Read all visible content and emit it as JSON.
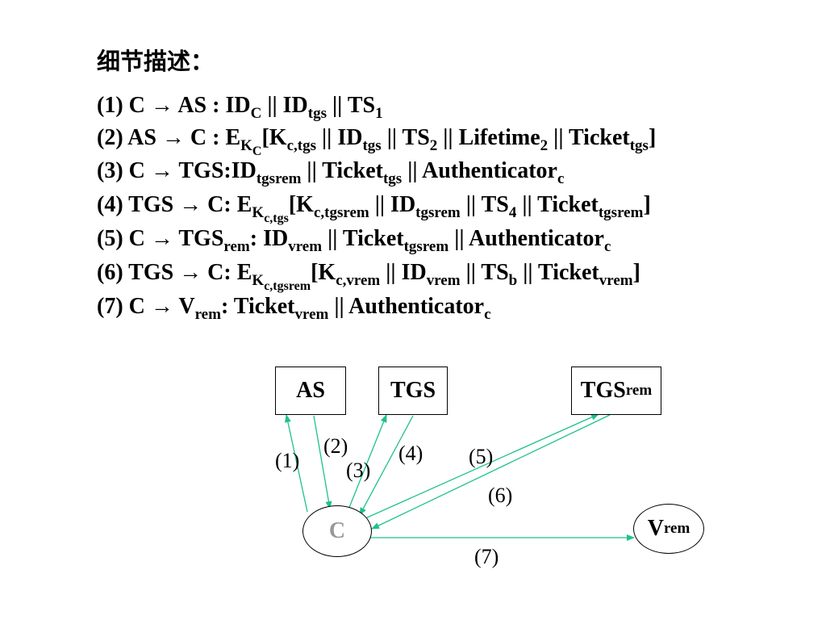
{
  "title": "细节描述：",
  "steps": {
    "s1": {
      "prefix": "(1) C ",
      "arrow": "→",
      "mid": " AS :  ID",
      "sub1": "C",
      "sep1": " || ID",
      "sub2": "tgs",
      "sep2": "  || TS",
      "sub3": "1"
    },
    "s2": {
      "prefix": "(2) AS ",
      "arrow": "→",
      "mid": " C :  E",
      "subK": "K",
      "subKsub": "C",
      "open": "[K",
      "sub1": "c,tgs",
      "sep1": " || ID",
      "sub2": "tgs",
      "sep2": " || TS",
      "sub3": "2",
      "sep3": " || Lifetime",
      "sub4": "2",
      "sep4": " || Ticket",
      "sub5": "tgs",
      "close": "]"
    },
    "s3": {
      "prefix": "(3) C ",
      "arrow": "→",
      "mid": " TGS:ID",
      "sub1": "tgsrem",
      "sep1": " || Ticket",
      "sub2": "tgs",
      "sep2": " || Authenticator",
      "sub3": "c"
    },
    "s4": {
      "prefix": "(4) TGS ",
      "arrow": "→",
      "mid": " C: E",
      "subK": "K",
      "subKsub": "c,tgs",
      "open": "[K",
      "sub1": "c,tgsrem",
      "sep1": " || ID",
      "sub2": "tgsrem",
      "sep2": " || TS",
      "sub3": "4",
      "sep3": " || Ticket",
      "sub4": "tgsrem",
      "close": "]"
    },
    "s5": {
      "prefix": "(5) C ",
      "arrow": "→",
      "mid": " TGS",
      "sub0": "rem",
      "mid2": ": ID",
      "sub1": "vrem",
      "sep1": " || Ticket",
      "sub2": "tgsrem",
      "sep2": " || Authenticator",
      "sub3": "c"
    },
    "s6": {
      "prefix": "(6) TGS ",
      "arrow": "→",
      "mid": " C: E",
      "subK": "K",
      "subKsub": "c,tgsrem",
      "open": "[K",
      "sub1": "c,vrem",
      "sep1": " || ID",
      "sub2": "vrem",
      "sep2": " || TS",
      "sub3": "b",
      "sep3": " || Ticket",
      "sub4": "vrem",
      "close": "]"
    },
    "s7": {
      "prefix": "(7) C ",
      "arrow": "→",
      "mid": " V",
      "sub0": "rem",
      "mid2": ": Ticket",
      "sub1": "vrem",
      "sep1": " || Authenticator",
      "sub2": "c"
    }
  },
  "diagram": {
    "nodes": {
      "as": "AS",
      "tgs": "TGS",
      "tgsrem_main": "TGS",
      "tgsrem_sub": "rem",
      "c": "C",
      "vrem_main": "V",
      "vrem_sub": "rem"
    },
    "edge_labels": [
      "(1)",
      "(2)",
      "(3)",
      "(4)",
      "(5)",
      "(6)",
      "(7)"
    ],
    "colors": {
      "arrow": "#1ec28b",
      "client_label": "#999999"
    }
  }
}
